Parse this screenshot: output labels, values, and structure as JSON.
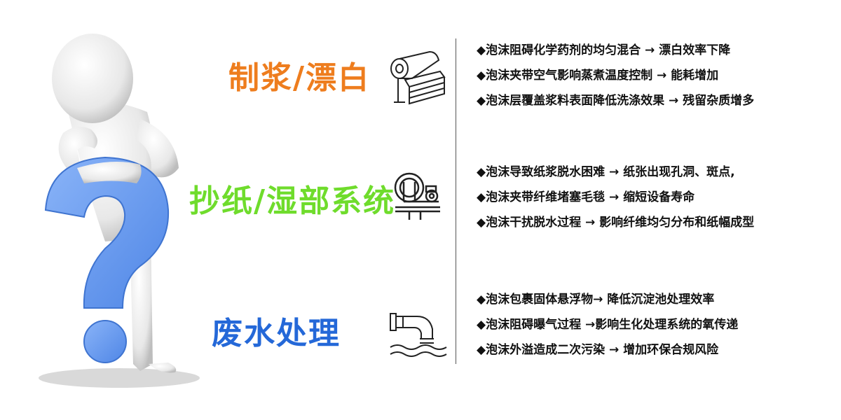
{
  "colors": {
    "pulp": "#ee7d1e",
    "paper": "#6fdc2c",
    "waste": "#2468d8",
    "question_mark": "#6f9ff0",
    "figure": "#f2f2f2"
  },
  "figure": {
    "description_icon": "thinking-person-question-mark-icon"
  },
  "sections": [
    {
      "title": "制浆/漂白",
      "icon": "pulp-roll-icon",
      "bullets": [
        "◆泡沫阻碍化学药剂的均匀混合 → 漂白效率下降",
        "◆泡沫夹带空气影响蒸煮温度控制 → 能耗增加",
        "◆泡沫层覆盖浆料表面降低洗涤效果 → 残留杂质增多"
      ]
    },
    {
      "title": "抄纸/湿部系统",
      "icon": "paper-machine-icon",
      "bullets": [
        "◆泡沫导致纸浆脱水困难 → 纸张出现孔洞、斑点,",
        "◆泡沫夹带纤维堵塞毛毯 → 缩短设备寿命",
        "◆泡沫干扰脱水过程 → 影响纤维均匀分布和纸幅成型"
      ]
    },
    {
      "title": "废水处理",
      "icon": "wastewater-pipe-icon",
      "bullets": [
        "◆泡沫包裹固体悬浮物→ 降低沉淀池处理效率",
        "◆泡沫阻碍曝气过程 →影响生化处理系统的氧传递",
        "◆泡沫外溢造成二次污染 → 增加环保合规风险"
      ]
    }
  ]
}
